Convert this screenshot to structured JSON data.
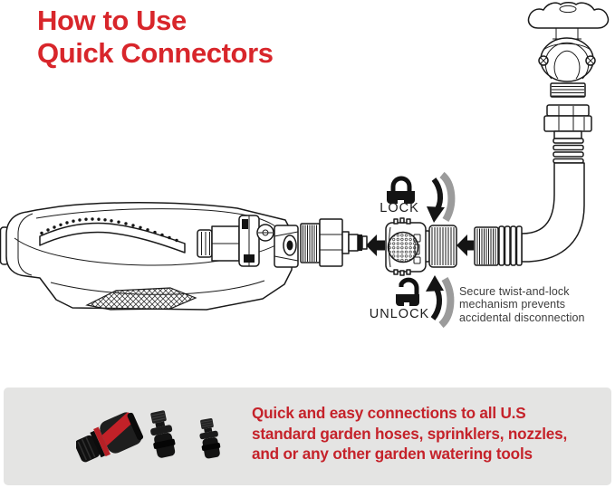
{
  "title": {
    "line1": "How to Use",
    "line2": "Quick Connectors"
  },
  "diagram": {
    "lock_label": "LOCK",
    "unlock_label": "UNLOCK",
    "callout": {
      "line1": "Secure twist-and-lock",
      "line2": "mechanism prevents",
      "line3": "accidental disconnection"
    },
    "parts": [
      "oscillating sprinkler",
      "male quick adapter",
      "female quick connector with twist-lock collar",
      "garden hose elbow",
      "hose coupling nut",
      "outdoor faucet"
    ],
    "icons": {
      "lock": "lock-icon",
      "unlock": "unlock-icon",
      "rotate_lock": "rotate-clockwise-arrow-icon",
      "rotate_unlock": "rotate-counterclockwise-arrow-icon",
      "connect_left": "left-arrow-icon"
    }
  },
  "banner": {
    "line1": "Quick and easy connections to all U.S",
    "line2": "standard garden hoses, sprinklers, nozzles,",
    "line3": "and or any other garden watering tools"
  },
  "colors": {
    "title_red": "#d8262b",
    "banner_text_red": "#c5222a",
    "banner_bg": "#e4e4e3",
    "line_art": "#1a1a1a",
    "rotation_arrow_gray": "#9b9b9b",
    "product_red": "#c22128",
    "product_black": "#141414"
  }
}
